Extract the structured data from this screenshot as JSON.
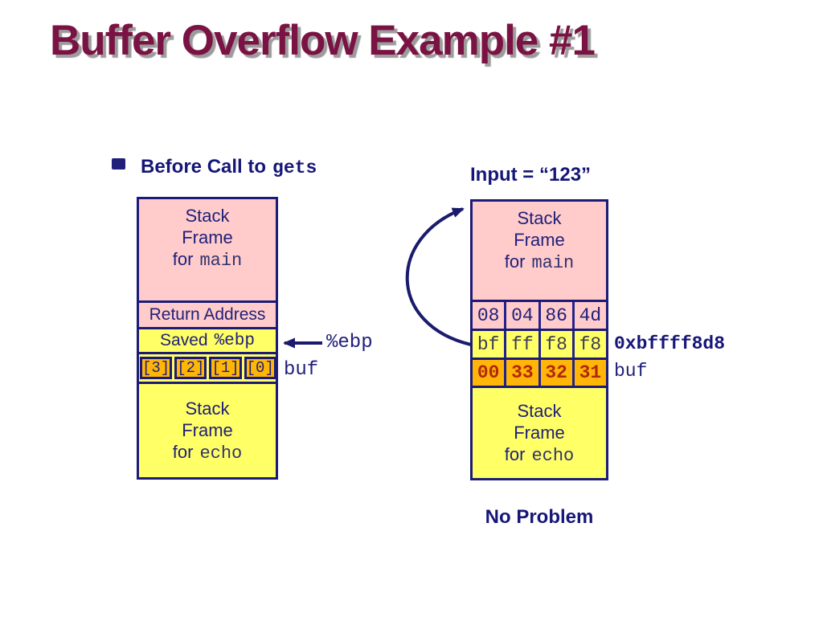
{
  "title": "Buffer Overflow Example #1",
  "left": {
    "heading": {
      "text": "Before Call to",
      "code": "gets"
    },
    "main_frame": {
      "line1": "Stack",
      "line2": "Frame",
      "line3": "for",
      "line3_code": "main"
    },
    "return_address": "Return Address",
    "saved_ebp": {
      "text": "Saved",
      "code": "%ebp"
    },
    "buf_cells": [
      "[3]",
      "[2]",
      "[1]",
      "[0]"
    ],
    "buf_label": "buf",
    "ebp_pointer_label": "%ebp",
    "echo_frame": {
      "line1": "Stack",
      "line2": "Frame",
      "line3": "for",
      "line3_code": "echo"
    }
  },
  "right": {
    "heading": "Input = “123”",
    "main_frame": {
      "line1": "Stack",
      "line2": "Frame",
      "line3": "for",
      "line3_code": "main"
    },
    "return_address_bytes": [
      "08",
      "04",
      "86",
      "4d"
    ],
    "saved_ebp_bytes": [
      "bf",
      "ff",
      "f8",
      "f8"
    ],
    "saved_ebp_address": "0xbffff8d8",
    "buf_bytes": [
      "00",
      "33",
      "32",
      "31"
    ],
    "buf_label": "buf",
    "echo_frame": {
      "line1": "Stack",
      "line2": "Frame",
      "line3": "for",
      "line3_code": "echo"
    },
    "caption": "No Problem"
  },
  "colors": {
    "title_maroon": "#7A1343",
    "navy_text": "#20207A",
    "border_navy": "#1C1C78",
    "pink_fill": "#FFCBCB",
    "yellow_fill": "#FFFF66",
    "orange_fill": "#FFB607",
    "byte_red": "#B3260E",
    "arrow": "#1B1B6E"
  }
}
